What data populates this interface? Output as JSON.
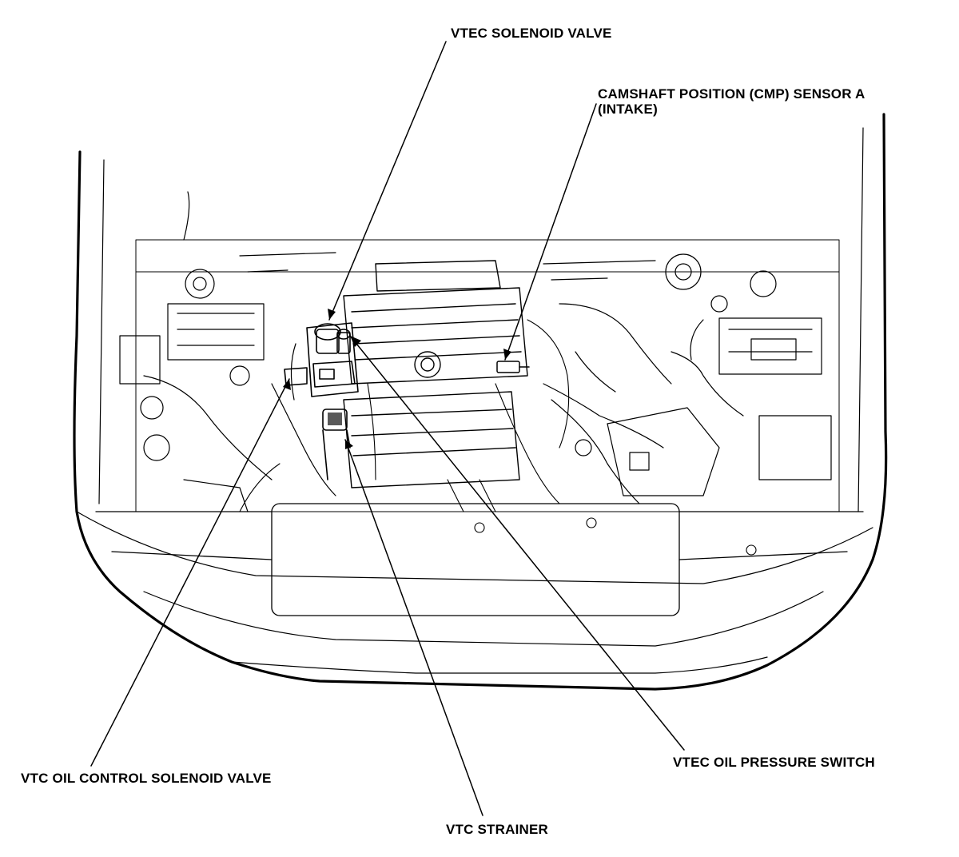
{
  "diagram": {
    "callouts": {
      "vtec_solenoid_valve": "VTEC SOLENOID VALVE",
      "cmp_sensor_line1": "CAMSHAFT POSITION (CMP) SENSOR A",
      "cmp_sensor_line2": "(INTAKE)",
      "vtec_oil_pressure_switch": "VTEC OIL PRESSURE SWITCH",
      "vtc_oil_control_solenoid_valve": "VTC OIL CONTROL SOLENOID VALVE",
      "vtc_strainer": "VTC STRAINER"
    }
  },
  "colors": {
    "line": "#000000",
    "background": "#ffffff"
  }
}
